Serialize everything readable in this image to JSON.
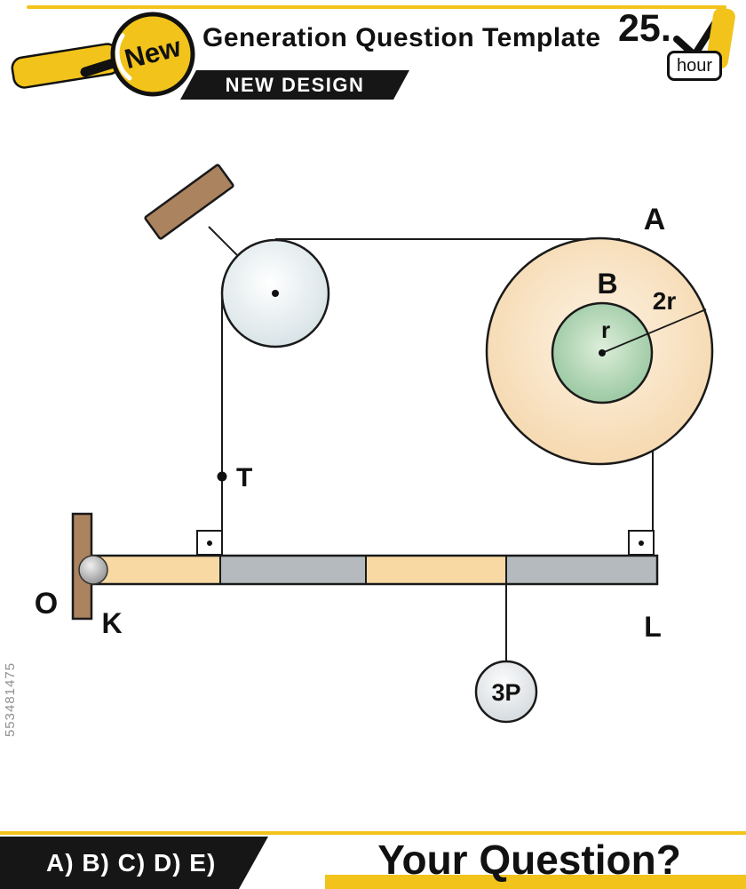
{
  "header": {
    "accent_color": "#f2c31b",
    "badge_label": "New",
    "title": "Generation Question Template",
    "banner_label": "NEW DESIGN",
    "question_number": "25.",
    "hour_label": "hour"
  },
  "watermark": "553481475",
  "diagram": {
    "labels": {
      "top_disk": "A",
      "inner_disk": "B",
      "inner_radius": "r",
      "outer_radius": "2r",
      "tension_point": "T",
      "pivot": "O",
      "beam_left": "K",
      "beam_right": "L",
      "weight": "3P"
    },
    "colors": {
      "pulley": "#cfdde1",
      "disk_a": "#f3d09f",
      "disk_b": "#83bb8e",
      "beam_tan": "#f8d9a4",
      "beam_gray": "#b4babd",
      "wall": "#ab835f"
    }
  },
  "footer": {
    "options_label": "A) B) C) D) E)",
    "question_label": "Your Question?"
  }
}
